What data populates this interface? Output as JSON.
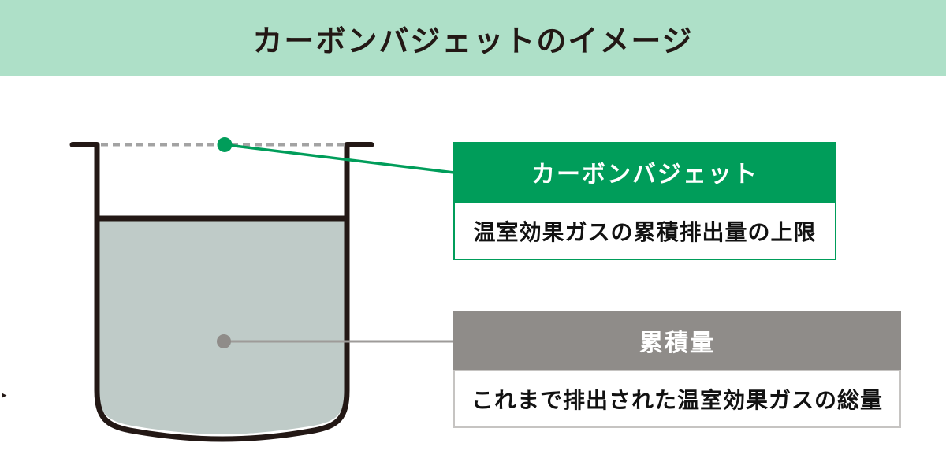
{
  "title": "カーボンバジェットのイメージ",
  "callouts": {
    "carbon_budget": {
      "heading": "カーボンバジェット",
      "description": "温室効果ガスの累積排出量の上限"
    },
    "cumulative": {
      "heading": "累積量",
      "description": "これまで排出された温室効果ガスの総量"
    }
  },
  "diagram": {
    "beaker": "ビーカー",
    "budget_marker": "carbon-budget-level-marker",
    "cumulative_marker": "cumulative-amount-marker"
  },
  "nav": {
    "next_arrow": "▸"
  },
  "colors": {
    "band_background": "#aee0c8",
    "accent_green": "#009d5a",
    "heading_gray": "#8f8c89",
    "liquid_fill": "#bfcbc8",
    "ink": "#231815",
    "dashed_line": "#a3a3a3",
    "gray_connector": "#9e9b99",
    "desc_border_gray": "#c6c4c2"
  }
}
